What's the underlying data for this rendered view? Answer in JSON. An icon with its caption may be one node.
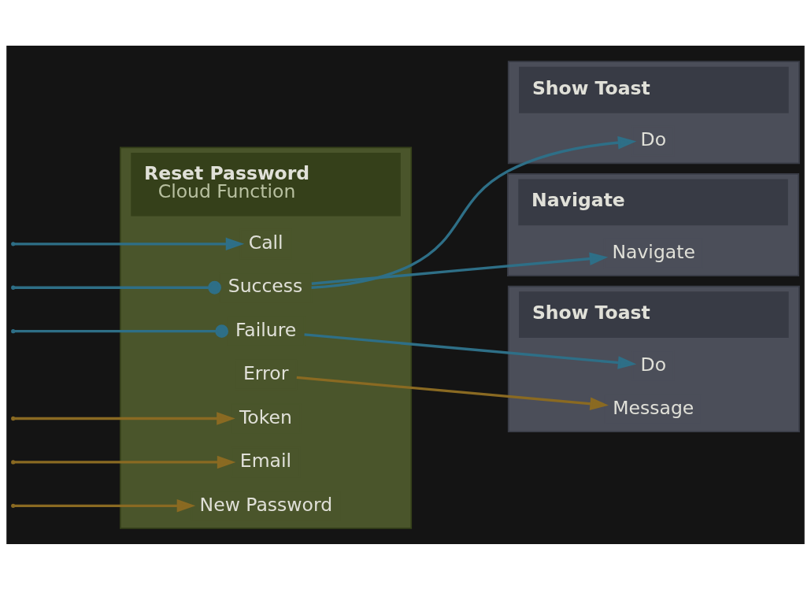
{
  "diagram": {
    "nodes": [
      {
        "text": [
          "Reset Password",
          "Cloud Function"
        ]
      },
      {
        "text": [
          "Call"
        ],
        "in": 0
      },
      {
        "text": [
          "Success"
        ],
        "in": 0
      },
      {
        "text": [
          "Failure"
        ],
        "in": 0
      },
      {
        "text": [
          "Error"
        ],
        "in": 0
      },
      {
        "text": [
          "Token"
        ],
        "in": 0
      },
      {
        "text": [
          "Email"
        ],
        "in": 0
      },
      {
        "text": [
          "New Password"
        ],
        "in": 0
      },
      {
        "text": [
          "Show Toast"
        ]
      },
      {
        "text": [
          "Do"
        ],
        "in": 8
      },
      {
        "text": [
          "Navigate"
        ]
      },
      {
        "text": [
          "Navigate"
        ],
        "in": 10
      },
      {
        "text": [
          "Show Toast"
        ]
      },
      {
        "text": [
          "Do"
        ],
        "in": 12
      },
      {
        "text": [
          "Message"
        ],
        "in": 12
      }
    ],
    "edges": [
      {
        "from": null,
        "to": 1,
        "arrow": "to"
      },
      {
        "from": null,
        "to": 2,
        "arrow": "other"
      },
      {
        "from": null,
        "to": 3,
        "arrow": "other"
      },
      {
        "from": 2,
        "to": 9,
        "arrow": "to"
      },
      {
        "from": 2,
        "to": 11,
        "arrow": "to"
      },
      {
        "from": 3,
        "to": 13,
        "arrow": "to"
      },
      {
        "from": 4,
        "to": 14,
        "arrow": "to",
        "color": "#8a6a22"
      },
      {
        "from": null,
        "to": 5,
        "arrow": "to",
        "color": "#8a6a22"
      },
      {
        "from": null,
        "to": 6,
        "arrow": "to",
        "color": "#8a6a22"
      },
      {
        "from": null,
        "to": 7,
        "arrow": "to",
        "color": "#8a6a22"
      }
    ]
  }
}
